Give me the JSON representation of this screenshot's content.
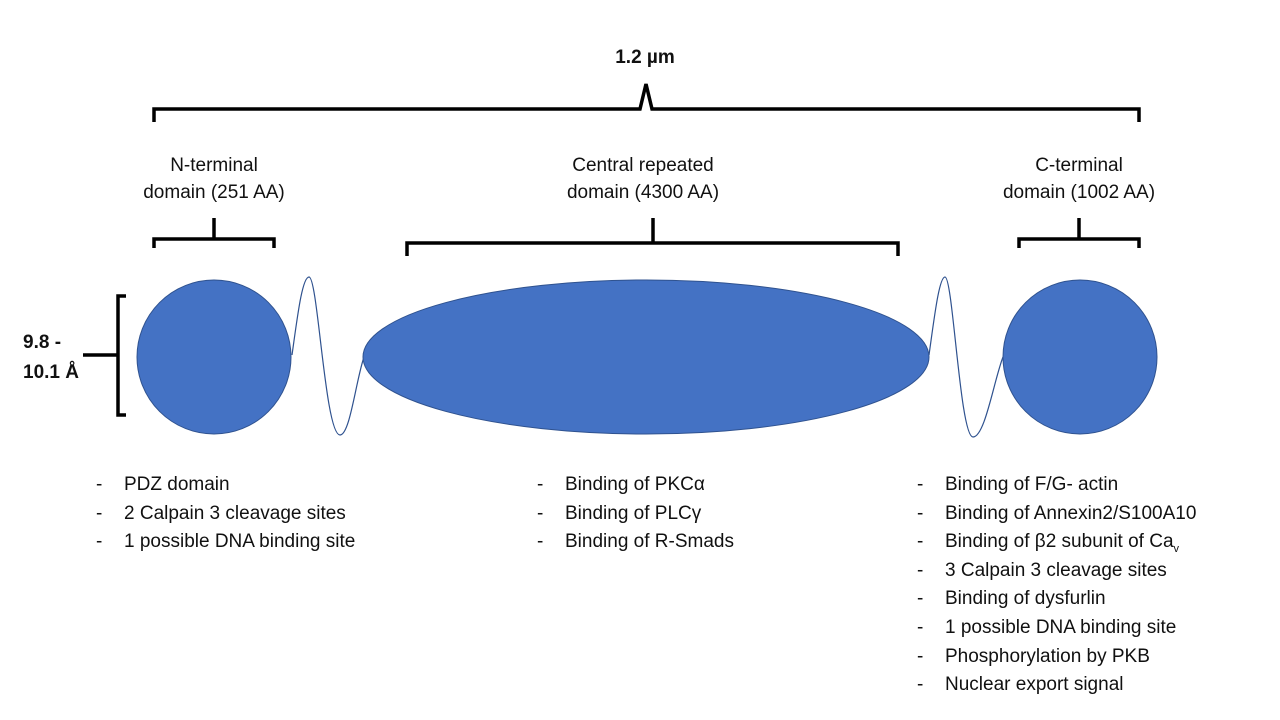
{
  "total_length": "1.2 µm",
  "diameter": {
    "line1": "9.8 -",
    "line2": "10.1 Å"
  },
  "domains": [
    {
      "line1": "N-terminal",
      "line2": "domain (251 AA)"
    },
    {
      "line1": "Central repeated",
      "line2": "domain (4300 AA)"
    },
    {
      "line1": "C-terminal",
      "line2": "domain (1002 AA)"
    }
  ],
  "n_terminal_features": [
    "PDZ domain",
    "2 Calpain 3 cleavage sites",
    "1 possible DNA binding site"
  ],
  "central_features": [
    "Binding of PKCα",
    "Binding of PLCγ",
    "Binding of R-Smads"
  ],
  "c_terminal_features": [
    "Binding of F/G- actin",
    "Binding of Annexin2/S100A10",
    "Binding of β2 subunit of Ca",
    "3 Calpain 3 cleavage sites",
    "Binding of dysfurlin",
    "1 possible DNA binding site",
    "Phosphorylation by PKB",
    "Nuclear export signal"
  ],
  "c_terminal_subscript": "v",
  "colors": {
    "domain_fill": "#4472C4",
    "domain_stroke": "#2F528F"
  }
}
